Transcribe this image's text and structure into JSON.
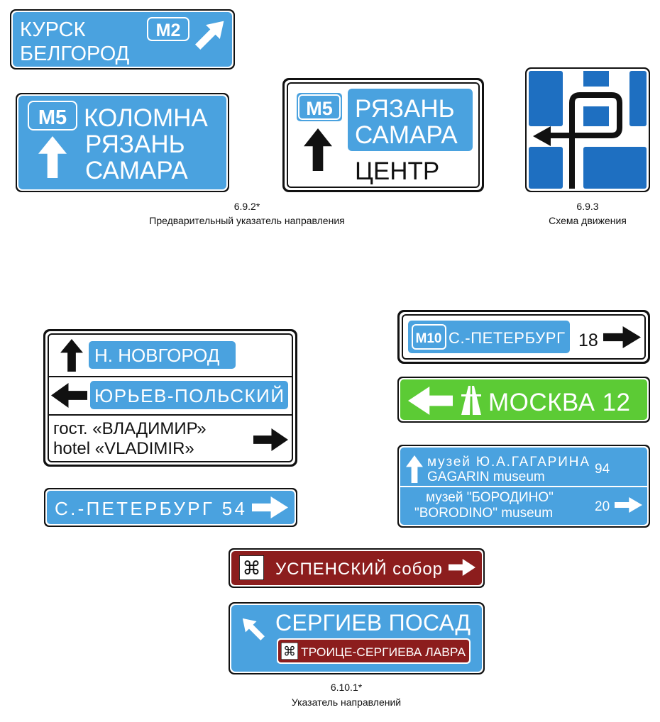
{
  "colors": {
    "blue": "#4aa2df",
    "scheme_blue": "#1e6fc1",
    "green": "#5ccb35",
    "brown": "#8c1d1d",
    "black": "#111111",
    "white": "#ffffff"
  },
  "sign_kursk": {
    "line1": "КУРСК",
    "line2": "БЕЛГОРОД",
    "route": "M2",
    "arrow": "arrow-up-right-icon"
  },
  "sign_kolomna": {
    "route": "M5",
    "line1": "КОЛОМНА",
    "line2": "РЯЗАНЬ",
    "line3": "САМАРА",
    "arrow": "arrow-up-icon"
  },
  "sign_ryazan": {
    "route": "M5",
    "line1": "РЯЗАНЬ",
    "line2": "САМАРА",
    "line3": "ЦЕНТР",
    "arrow": "arrow-up-icon"
  },
  "caption_692": {
    "code": "6.9.2*",
    "title": "Предварительный указатель направления"
  },
  "caption_693": {
    "code": "6.9.3",
    "title": "Схема движения"
  },
  "sign_novgorod": {
    "row1": "Н. НОВГОРОД",
    "row2": "ЮРЬЕВ-ПОЛЬСКИЙ",
    "row3_line1": "гост. «ВЛАДИМИР»",
    "row3_line2": "hotel «VLADIMIR»"
  },
  "sign_peterburg54": {
    "text": "С.-ПЕТЕРБУРГ 54"
  },
  "sign_m10": {
    "route": "M10",
    "city": "С.-ПЕТЕРБУРГ",
    "distance": "18"
  },
  "sign_moskva": {
    "text": "МОСКВА 12",
    "icon": "motorway-icon"
  },
  "sign_museums": {
    "row1_line1": "музей Ю.А.ГАГАРИНА",
    "row1_line2": "GAGARIN museum",
    "row1_distance": "94",
    "row2_line1": "музей \"БОРОДИНО\"",
    "row2_line2": "\"BORODINO\" museum",
    "row2_distance": "20"
  },
  "sign_uspensky": {
    "text": "УСПЕНСКИЙ собор",
    "icon": "landmark-icon"
  },
  "sign_sergiev": {
    "line1": "СЕРГИЕВ ПОСАД",
    "sub": "ТРОИЦЕ-СЕРГИЕВА ЛАВРА",
    "icon": "landmark-icon"
  },
  "caption_6101": {
    "code": "6.10.1*",
    "title": "Указатель направлений"
  }
}
